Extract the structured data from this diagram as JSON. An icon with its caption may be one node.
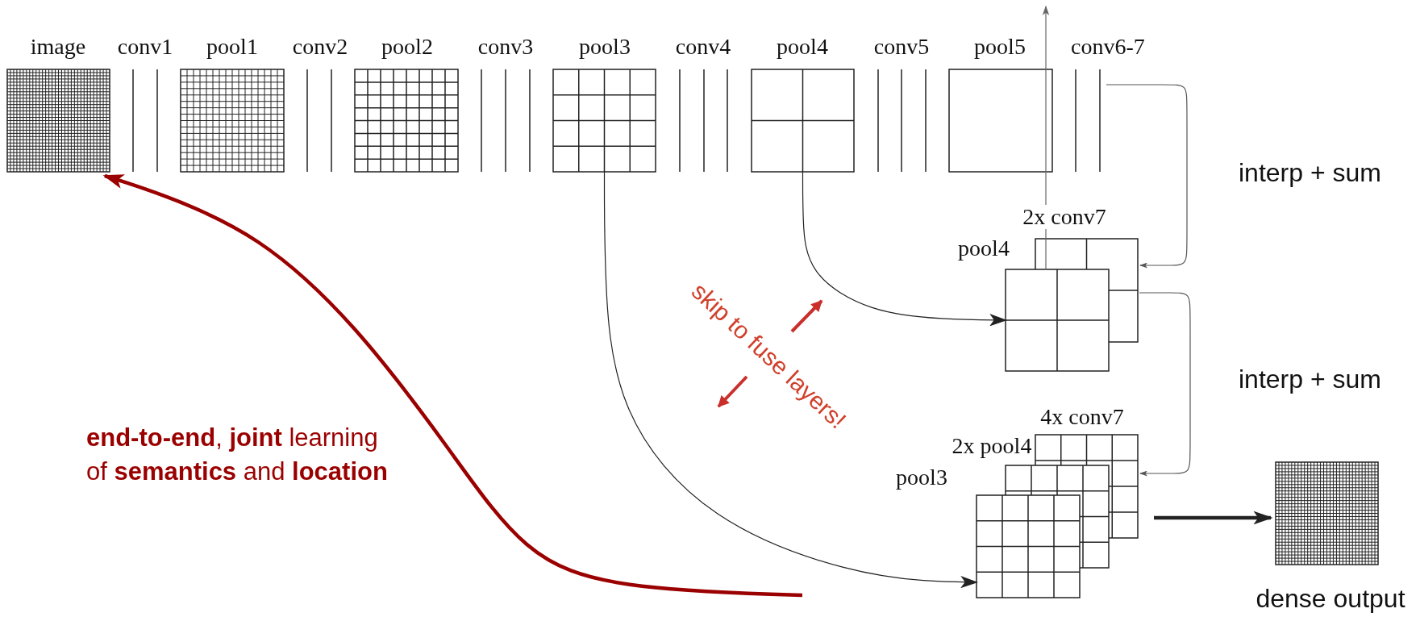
{
  "diagram": {
    "nodes": [
      {
        "text": [
          "image"
        ]
      },
      {
        "text": [
          "conv1"
        ]
      },
      {
        "text": [
          "pool1"
        ]
      },
      {
        "text": [
          "conv2"
        ]
      },
      {
        "text": [
          "pool2"
        ]
      },
      {
        "text": [
          "conv3"
        ]
      },
      {
        "text": [
          "pool3"
        ]
      },
      {
        "text": [
          "conv4"
        ]
      },
      {
        "text": [
          "pool4"
        ]
      },
      {
        "text": [
          "conv5"
        ]
      },
      {
        "text": [
          "pool5"
        ]
      },
      {
        "text": [
          "conv6-7"
        ]
      },
      {
        "text": [
          "2x conv7"
        ]
      },
      {
        "text": [
          "pool4"
        ]
      },
      {
        "text": [
          "4x conv7"
        ]
      },
      {
        "text": [
          "2x pool4"
        ]
      },
      {
        "text": [
          "pool3"
        ]
      },
      {
        "text": [
          "dense output"
        ]
      }
    ],
    "edges": [
      {
        "from": 11,
        "to": 12,
        "arrow": "to",
        "color": "#555555"
      },
      {
        "from": 12,
        "to": 14,
        "arrow": "to",
        "color": "#555555"
      },
      {
        "from": 8,
        "to": 13,
        "arrow": "to"
      },
      {
        "from": 6,
        "to": 16,
        "arrow": "to"
      },
      {
        "from": 14,
        "to": 17,
        "arrow": "to",
        "style": "thick"
      },
      {
        "from": null,
        "to": 0,
        "arrow": "to",
        "style": "thick",
        "color": "#9b0000"
      },
      {
        "from": 13,
        "to": null,
        "arrow": "to",
        "color": "#666666"
      }
    ],
    "labels": [
      "interp + sum",
      "interp + sum",
      "skip to fuse layers!",
      "**end-to-end**, **joint** learning of **semantics** and **location**"
    ]
  }
}
